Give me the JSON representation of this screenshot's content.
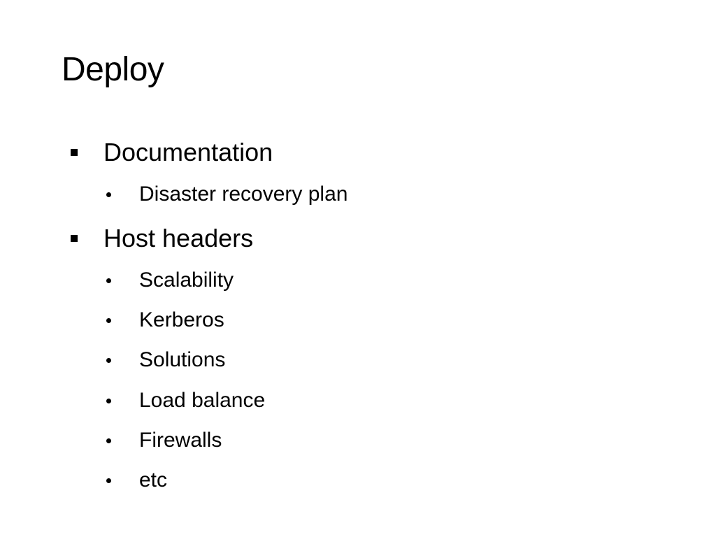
{
  "slide": {
    "title": "Deploy",
    "items": [
      {
        "label": "Documentation"
      },
      {
        "label": "Disaster recovery plan"
      },
      {
        "label": "Host headers"
      },
      {
        "label": "Scalability"
      },
      {
        "label": "Kerberos"
      },
      {
        "label": "Solutions"
      },
      {
        "label": "Load balance"
      },
      {
        "label": "Firewalls"
      },
      {
        "label": "etc"
      }
    ]
  }
}
